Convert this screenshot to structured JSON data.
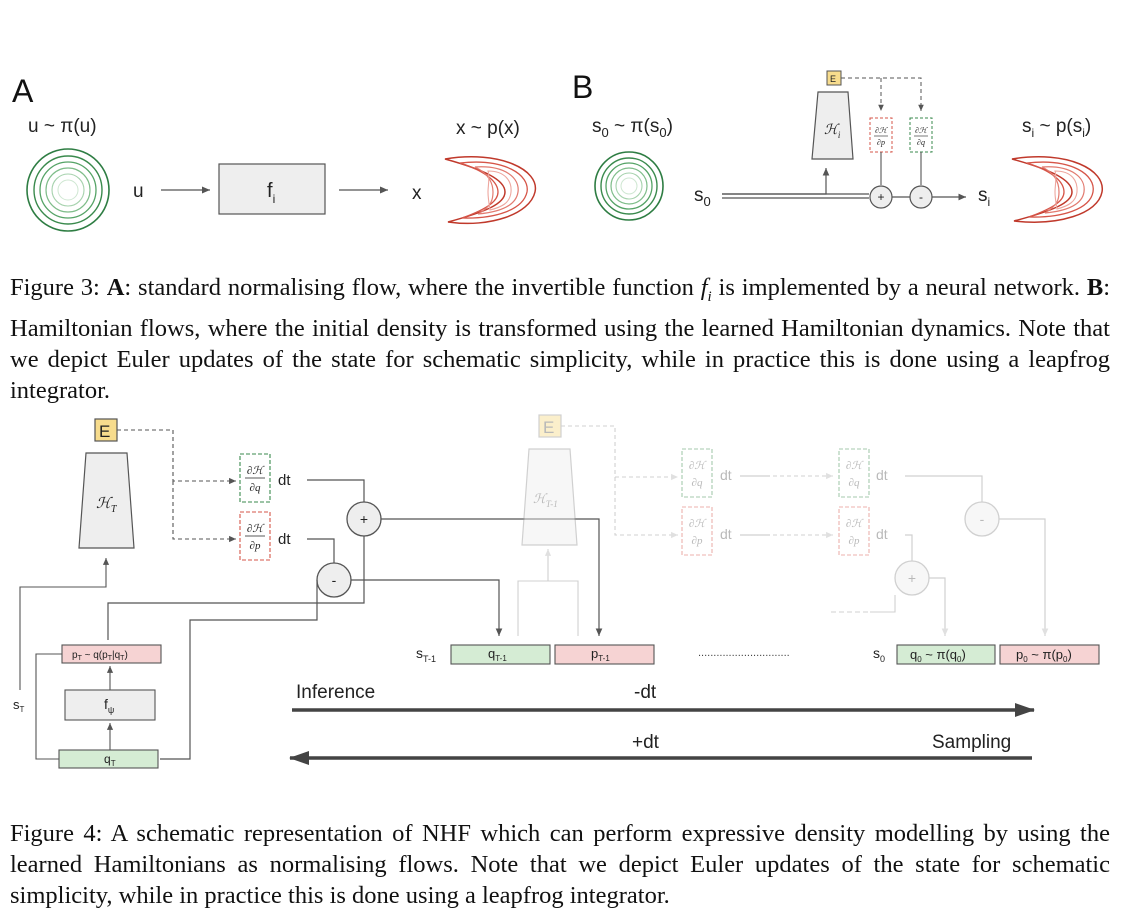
{
  "fig3": {
    "panelA": {
      "label": "A",
      "prior_label": "u ~ π(u)",
      "u_label": "u",
      "f_label": "f",
      "f_sub": "i",
      "x_label": "x",
      "target_label": "x ~ p(x)"
    },
    "panelB": {
      "label": "B",
      "prior_label_pre": "s",
      "prior_label_sub": "0",
      "prior_label_mid": " ~ π(s",
      "prior_label_sub2": "0",
      "prior_label_end": ")",
      "s0_label": "s",
      "s0_sub": "0",
      "e_label": "E",
      "h_label": "ℋ",
      "h_sub": "i",
      "dHdp_num": "∂ℋ",
      "dHdp_den": "∂p",
      "dHdq_num": "∂ℋ",
      "dHdq_den": "∂q",
      "plus": "+",
      "minus": "-",
      "si_label": "s",
      "si_sub": "i",
      "target_label_pre": "s",
      "target_label_sub": "i",
      "target_label_mid": " ~ p(s",
      "target_label_sub2": "i",
      "target_label_end": ")"
    }
  },
  "caption3": {
    "fig": "Figure 3: ",
    "a_bold": "A",
    "a_text": ": standard normalising flow, where the invertible function ",
    "f_italic": "f",
    "f_sub": "i",
    "a_text2": " is implemented by a neural network. ",
    "b_bold": "B",
    "b_text": ": Hamiltonian flows, where the initial density is transformed using the learned Hamiltonian dynamics. Note that we depict Euler updates of the state for schematic simplicity, while in practice this is done using a leapfrog integrator."
  },
  "fig4": {
    "e_label": "E",
    "h_label": "ℋ",
    "h_sub": "T",
    "h2_sub": "T-1",
    "dHdq_num": "∂ℋ",
    "dHdq_den": "∂q",
    "dHdp_num": "∂ℋ",
    "dHdp_den": "∂p",
    "dt": "dt",
    "plus": "+",
    "minus": "-",
    "pT_box": "p",
    "pT_box_rest": " ~ q(p",
    "pT_box_rest2": "|q",
    "pT_box_end": ")",
    "f_label": "f",
    "f_sub": "ψ",
    "qT_box": "q",
    "qT_sub": "T",
    "sT_label": "s",
    "sT_sub": "T",
    "sT1_label": "s",
    "sT1_sub": "T-1",
    "qT1_box": "q",
    "qT1_sub": "T-1",
    "pT1_box": "p",
    "pT1_sub": "T-1",
    "dots": "..............................",
    "s0_label": "s",
    "s0_sub": "0",
    "q0_box": "q",
    "q0_mid": " ~ π(q",
    "q0_end": ")",
    "p0_box": "p",
    "p0_mid": " ~ π(p",
    "p0_end": ")",
    "zero": "0",
    "inference": "Inference",
    "minus_dt": "-dt",
    "plus_dt": "+dt",
    "sampling": "Sampling"
  },
  "caption4": {
    "text": "Figure 4: A schematic representation of NHF which can perform expressive density modelling by using the learned Hamiltonians as normalising flows. Note that we depict Euler updates of the state for schematic simplicity, while in practice this is done using a leapfrog integrator."
  },
  "colors": {
    "green_ring": "#2e7d43",
    "red_banana": "#c0392b",
    "box_gray": "#eeeeee",
    "box_green": "#d5ecd4",
    "box_red": "#f6d3d3",
    "e_fill": "#f7dc8d",
    "arrow": "#444444"
  }
}
